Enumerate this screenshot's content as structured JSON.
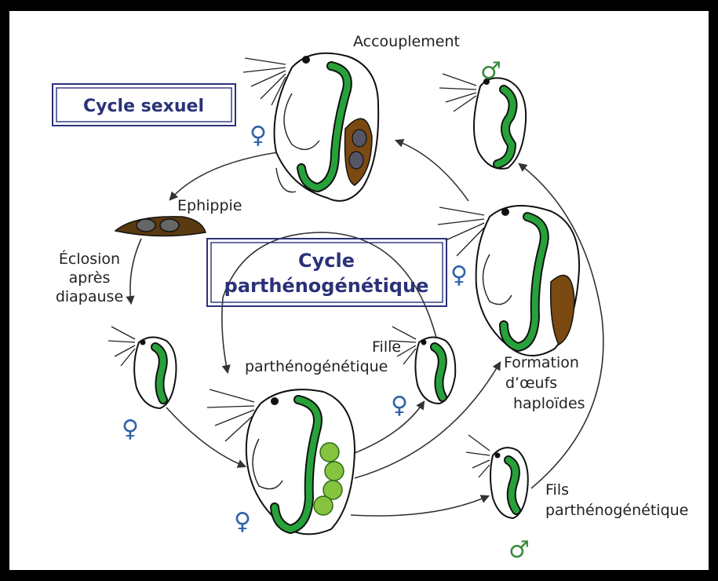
{
  "labels": {
    "cycle_sexuel": "Cycle sexuel",
    "cycle_parth_line1": "Cycle",
    "cycle_parth_line2": "parthénogénétique",
    "accouplement": "Accouplement",
    "ephippie": "Ephippie",
    "eclosion_1": "Éclosion",
    "eclosion_2": "après",
    "eclosion_3": "diapause",
    "fille_1": "Fille",
    "fille_2": "parthénogénétique",
    "formation_1": "Formation",
    "formation_2": "d’œufs",
    "formation_3": "haploïdes",
    "fils_1": "Fils",
    "fils_2": "parthénogénétique"
  },
  "symbols": {
    "female": "♀",
    "male": "♂"
  },
  "colors": {
    "frame": "#000000",
    "box_border": "#2a3278",
    "female_symbol": "#2f62a8",
    "male_symbol": "#3a8a3a",
    "gut": "#27a23a",
    "ephippium": "#5a3a10",
    "haploid_eggs": "#7a4a12",
    "parth_eggs": "#86c440"
  }
}
